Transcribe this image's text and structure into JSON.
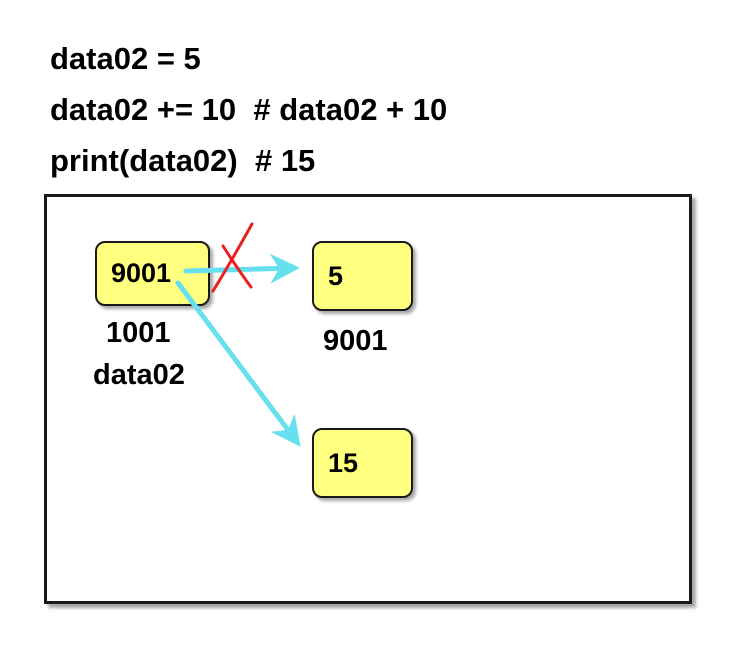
{
  "code": {
    "line1": "data02 = 5",
    "line2": "data02 += 10  # data02 + 10",
    "line3": "print(data02)  # 15"
  },
  "memory": {
    "variable": {
      "value": "9001",
      "address": "1001",
      "name": "data02"
    },
    "object_old": {
      "value": "5",
      "address": "9001"
    },
    "object_new": {
      "value": "15"
    }
  },
  "colors": {
    "cell_fill": "#ffff80",
    "arrow": "#66e0ee",
    "cross_mark": "#e82020",
    "frame_border": "#1a1a1a"
  }
}
